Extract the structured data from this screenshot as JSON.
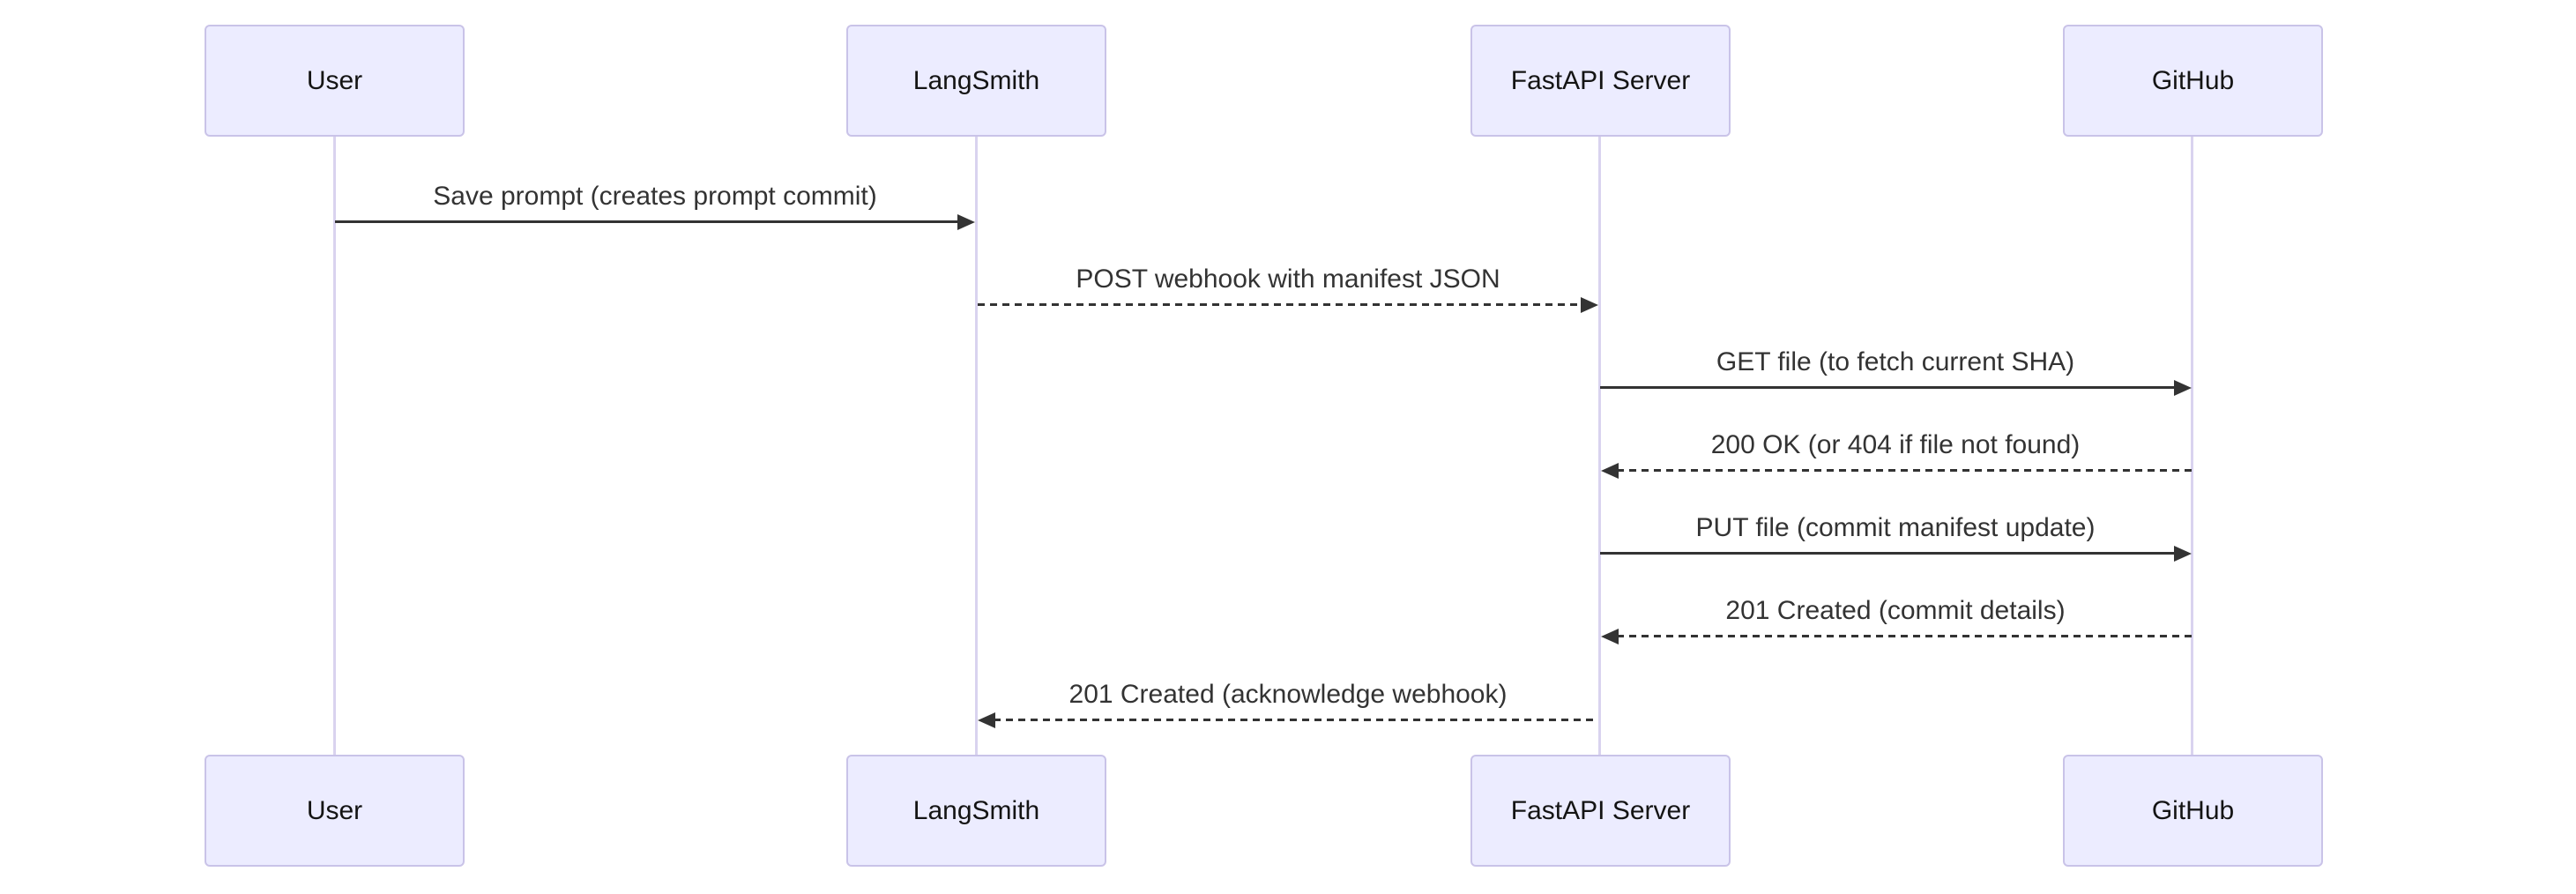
{
  "diagram": {
    "type": "sequence-diagram",
    "colors": {
      "background": "#ffffff",
      "actor_fill": "#ECECFF",
      "actor_border": "#C9C3E8",
      "lifeline": "#D9D3EF",
      "arrow": "#333333",
      "message_text": "#333333",
      "actor_text": "#141414"
    },
    "actors": [
      {
        "id": "user",
        "label": "User"
      },
      {
        "id": "langsmith",
        "label": "LangSmith"
      },
      {
        "id": "fastapi-server",
        "label": "FastAPI Server"
      },
      {
        "id": "github",
        "label": "GitHub"
      }
    ],
    "messages": [
      {
        "from": "User",
        "to": "LangSmith",
        "label": "Save prompt (creates prompt commit)",
        "line": "solid",
        "direction": "right"
      },
      {
        "from": "LangSmith",
        "to": "FastAPI Server",
        "label": "POST webhook with manifest JSON",
        "line": "dashed",
        "direction": "right"
      },
      {
        "from": "FastAPI Server",
        "to": "GitHub",
        "label": "GET file (to fetch current SHA)",
        "line": "solid",
        "direction": "right"
      },
      {
        "from": "GitHub",
        "to": "FastAPI Server",
        "label": "200 OK (or 404 if file not found)",
        "line": "dashed",
        "direction": "left"
      },
      {
        "from": "FastAPI Server",
        "to": "GitHub",
        "label": "PUT file (commit manifest update)",
        "line": "solid",
        "direction": "right"
      },
      {
        "from": "GitHub",
        "to": "FastAPI Server",
        "label": "201 Created (commit details)",
        "line": "dashed",
        "direction": "left"
      },
      {
        "from": "FastAPI Server",
        "to": "LangSmith",
        "label": "201 Created (acknowledge webhook)",
        "line": "dashed",
        "direction": "left"
      }
    ]
  }
}
